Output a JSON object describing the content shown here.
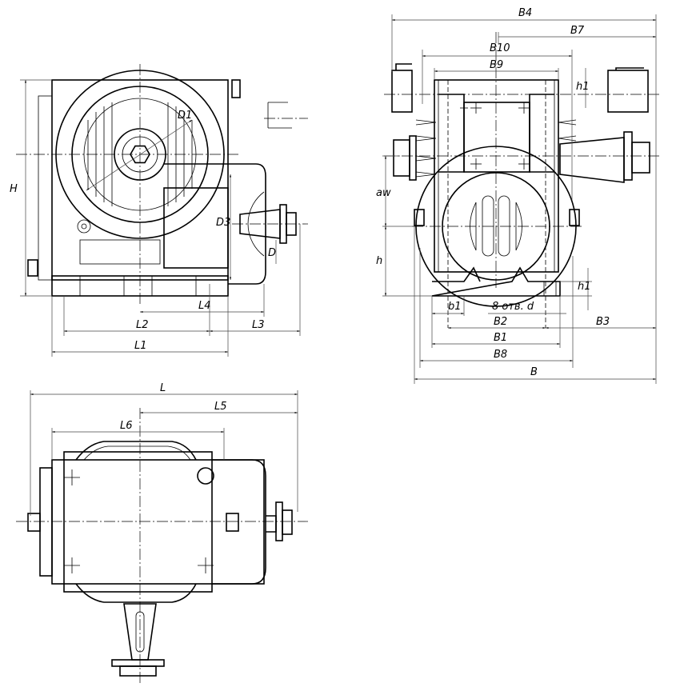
{
  "title": "Worm gear reducer dimensional drawing",
  "front_view": {
    "labels": {
      "H": "H",
      "D1": "D1",
      "D3": "D3",
      "D": "D",
      "L4": "L4",
      "L2": "L2",
      "L3": "L3",
      "L1": "L1"
    }
  },
  "side_view": {
    "labels": {
      "B4": "B4",
      "B7": "B7",
      "B10": "B10",
      "B9": "B9",
      "h1_top": "h1",
      "aw": "aw",
      "h": "h",
      "h1": "h1",
      "b1": "b1",
      "holes": "8 отв. d",
      "B2": "B2",
      "B3": "B3",
      "B1": "B1",
      "B8": "B8",
      "B": "B"
    }
  },
  "top_view": {
    "labels": {
      "L": "L",
      "L5": "L5",
      "L6": "L6"
    }
  }
}
